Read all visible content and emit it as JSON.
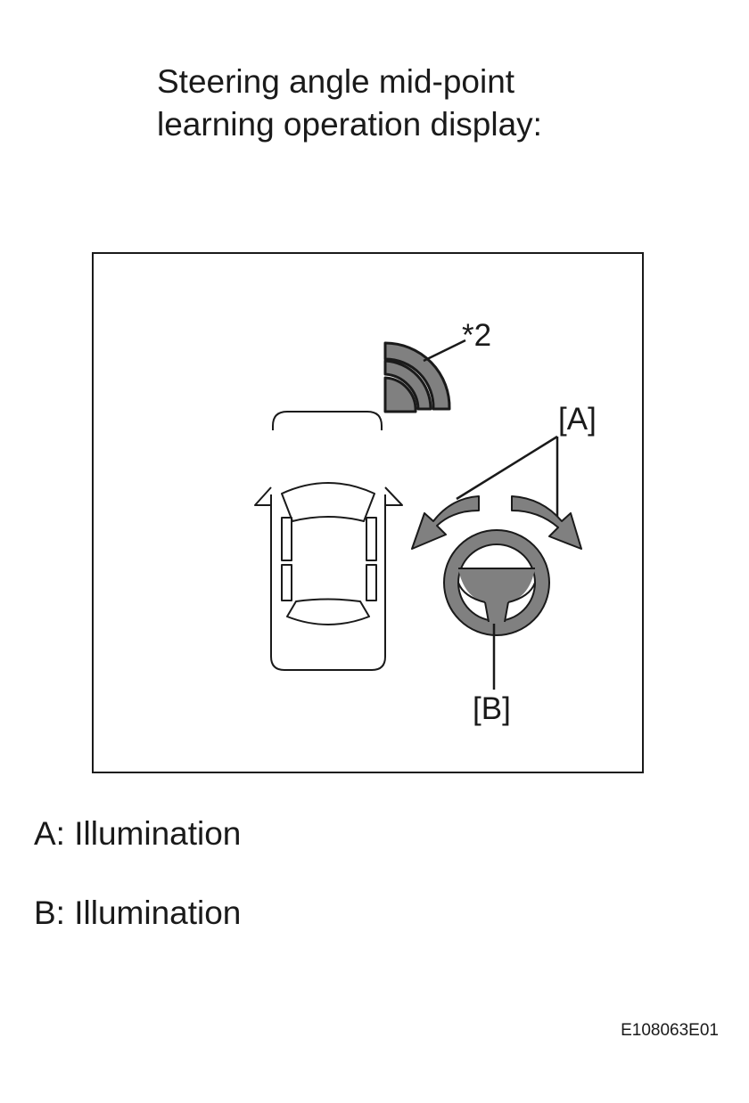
{
  "title": {
    "line1": "Steering angle mid-point",
    "line2": "learning operation display:"
  },
  "diagram": {
    "callout_2": "*2",
    "callout_a": "[A]",
    "callout_b": "[B]"
  },
  "legend": [
    {
      "text": "A: Illumination"
    },
    {
      "text": "B: Illumination"
    }
  ],
  "figure_id": "E108063E01",
  "colors": {
    "outline": "#1a1a1a",
    "fill_illuminated": "#808080",
    "background": "#ffffff"
  }
}
